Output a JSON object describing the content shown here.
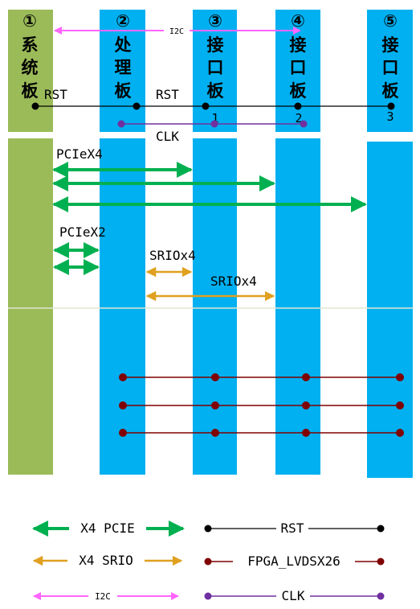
{
  "boards": [
    {
      "number": "①",
      "name": [
        "系",
        "统",
        "板"
      ],
      "suffix": "",
      "color": "#9bbb59"
    },
    {
      "number": "②",
      "name": [
        "处",
        "理",
        "板"
      ],
      "suffix": "",
      "color": "#00b0f0"
    },
    {
      "number": "③",
      "name": [
        "接",
        "口",
        "板"
      ],
      "suffix": "1",
      "color": "#00b0f0"
    },
    {
      "number": "④",
      "name": [
        "接",
        "口",
        "板"
      ],
      "suffix": "2",
      "color": "#00b0f0"
    },
    {
      "number": "⑤",
      "name": [
        "接",
        "口",
        "板"
      ],
      "suffix": "3",
      "color": "#00b0f0"
    }
  ],
  "signals": {
    "i2c": "I2C",
    "rst_left": "RST",
    "rst_mid": "RST",
    "clk": "CLK",
    "pcie_x4": "PCIeX4",
    "pcie_x2": "PCIeX2",
    "srio_a": "SRIOx4",
    "srio_b": "SRIOx4"
  },
  "legend": {
    "pcie": "X4 PCIE",
    "srio": "X4 SRIO",
    "i2c": "I2C",
    "rst": "RST",
    "lvds": "FPGA_LVDSX26",
    "clk": "CLK"
  },
  "colors": {
    "green_board": "#9bbb59",
    "blue_board": "#00b0f0",
    "pcie": "#00b050",
    "srio": "#e0a020",
    "i2c": "#ff66ff",
    "rst": "#000000",
    "lvds": "#800000",
    "clk": "#7030a0"
  }
}
